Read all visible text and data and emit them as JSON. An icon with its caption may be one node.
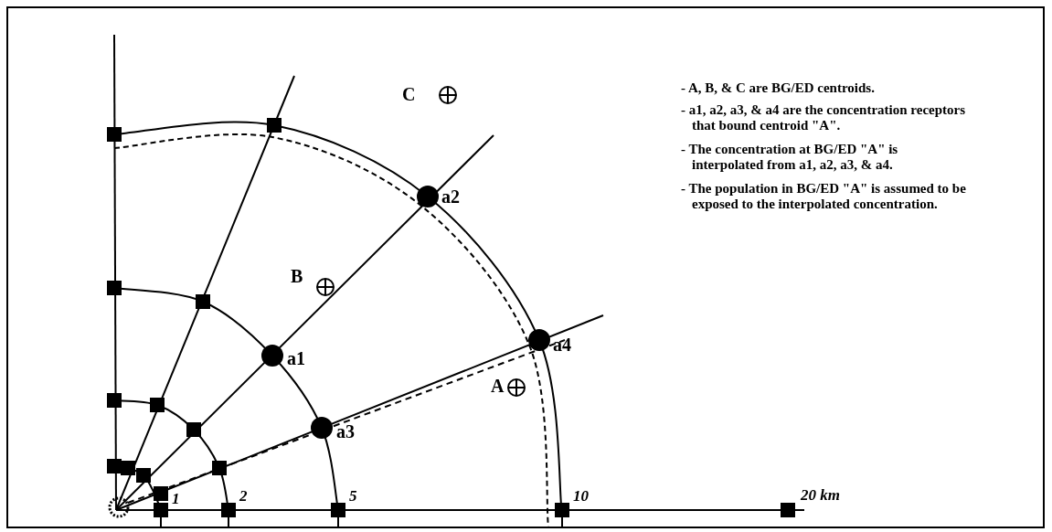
{
  "diagram": {
    "labels": [
      "C",
      "- A, B, & C are BG/ED centroids.",
      "- a1, a2, a3, & a4 are the concentration receptors that bound centroid \"A\".",
      "- The concentration at BG/ED \"A\" is interpolated from a1, a2, a3, & a4.",
      "- The population in BG/ED \"A\" is assumed to be exposed to the interpolated concentration.",
      "a2",
      "B",
      "A",
      "a1",
      "a4",
      "a3",
      "1",
      "2",
      "5",
      "10",
      "20 km"
    ]
  }
}
